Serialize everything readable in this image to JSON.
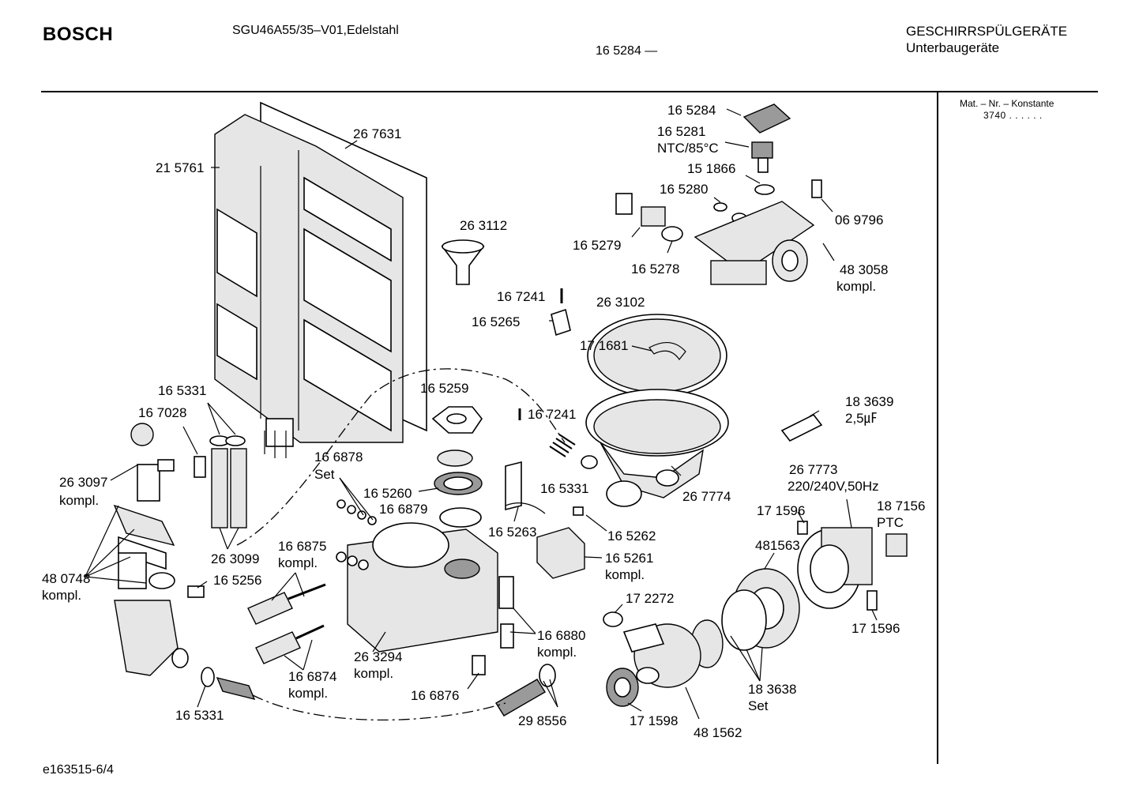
{
  "header": {
    "brand": "BOSCH",
    "model": "SGU46A55/35–V01,Edelstahl",
    "ref": "16 5284 —",
    "category": "GESCHIRRSPÜLGERÄTE",
    "subcategory": "Unterbaugeräte"
  },
  "side": {
    "mat_label": "Mat. – Nr. – Konstante",
    "mat_value": "3740  .  .  .  .  .  ."
  },
  "footer": {
    "code": "e163515-6/4"
  },
  "labels": {
    "l_267631": "26 7631",
    "l_215761": "21 5761",
    "l_263112": "26 3112",
    "l_165284": "16 5284",
    "l_165281": "16 5281",
    "l_ntc": "NTC/85°C",
    "l_151866": "15 1866",
    "l_165280": "16 5280",
    "l_069796": "06 9796",
    "l_165279": "16 5279",
    "l_165278": "16 5278",
    "l_483058": "48 3058",
    "l_483058k": "kompl.",
    "l_167241a": "16 7241",
    "l_263102": "26 3102",
    "l_165265": "16 5265",
    "l_171681": "17 1681",
    "l_165331a": "16 5331",
    "l_167028": "16 7028",
    "l_165259": "16 5259",
    "l_167241b": "16 7241",
    "l_183639": "18 3639",
    "l_25mf": "2,5㎌",
    "l_263097": "26 3097",
    "l_263097k": "kompl.",
    "l_166878": "16 6878",
    "l_166878s": "Set",
    "l_165331b": "16 5331",
    "l_267774": "26 7774",
    "l_267773": "26 7773",
    "l_220v": "220/240V,50Hz",
    "l_165260": "16 5260",
    "l_166879": "16 6879",
    "l_171596a": "17 1596",
    "l_187156": "18 7156",
    "l_ptc": "PTC",
    "l_165263": "16 5263",
    "l_165262": "16 5262",
    "l_481563": "481563",
    "l_263099": "26 3099",
    "l_166875": "16 6875",
    "l_166875k": "kompl.",
    "l_165261": "16 5261",
    "l_165261k": "kompl.",
    "l_480748": "48 0748",
    "l_480748k": "kompl.",
    "l_165256": "16 5256",
    "l_172272": "17 2272",
    "l_171596b": "17 1596",
    "l_166880": "16 6880",
    "l_166880k": "kompl.",
    "l_263294": "26 3294",
    "l_263294k": "kompl.",
    "l_166874": "16 6874",
    "l_166874k": "kompl.",
    "l_166876": "16 6876",
    "l_183638": "18 3638",
    "l_183638s": "Set",
    "l_165331c": "16 5331",
    "l_298556": "29 8556",
    "l_171598": "17 1598",
    "l_481562": "48 1562"
  }
}
